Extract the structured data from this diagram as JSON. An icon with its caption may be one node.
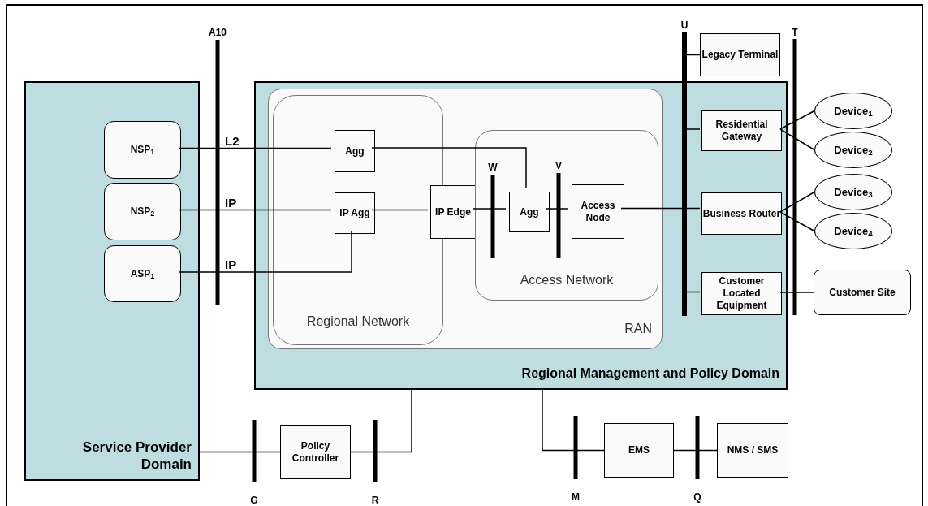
{
  "diagram": {
    "nodes": [
      {
        "text": [
          "Service Provider Domain"
        ]
      },
      {
        "text": [
          "NSP$_{1}$"
        ],
        "in": 0
      },
      {
        "text": [
          "NSP$_{2}$"
        ],
        "in": 0
      },
      {
        "text": [
          "ASP$_{1}$"
        ],
        "in": 0
      },
      {
        "text": [
          "Regional Management and Policy Domain"
        ]
      },
      {
        "text": [
          "RAN"
        ],
        "in": 4
      },
      {
        "text": [
          "Regional Network"
        ],
        "in": 5
      },
      {
        "text": [
          "Agg"
        ],
        "in": 6
      },
      {
        "text": [
          "IP Agg"
        ],
        "in": 6
      },
      {
        "text": [
          "IP Edge"
        ],
        "in": 5
      },
      {
        "text": [
          "Access Network"
        ],
        "in": 5
      },
      {
        "text": [
          "Agg"
        ],
        "in": 10
      },
      {
        "text": [
          "Access Node"
        ],
        "in": 10
      },
      {
        "text": [
          "Legacy Terminal"
        ]
      },
      {
        "text": [
          "Residential Gateway"
        ],
        "in": 4
      },
      {
        "text": [
          "Business Router"
        ],
        "in": 4
      },
      {
        "text": [
          "Customer Located Equipment"
        ],
        "in": 4
      },
      {
        "text": [
          "Device$_{1}$"
        ]
      },
      {
        "text": [
          "Device$_{2}$"
        ]
      },
      {
        "text": [
          "Device$_{3}$"
        ]
      },
      {
        "text": [
          "Device$_{4}$"
        ]
      },
      {
        "text": [
          "Customer Site"
        ]
      },
      {
        "text": [
          "Policy Controller"
        ]
      },
      {
        "text": [
          "EMS"
        ]
      },
      {
        "text": [
          "NMS / SMS"
        ]
      },
      {
        "text": [
          "U"
        ]
      }
    ],
    "edges": [
      {
        "from": 1,
        "to": 7,
        "arrow": "none",
        "label": "L2"
      },
      {
        "from": 2,
        "to": 8,
        "arrow": "none",
        "label": "IP"
      },
      {
        "from": 3,
        "to": 8,
        "arrow": "none",
        "label": "IP"
      },
      {
        "from": 7,
        "to": 11,
        "arrow": "none"
      },
      {
        "from": 8,
        "to": 9,
        "arrow": "none"
      },
      {
        "from": 9,
        "to": 11,
        "arrow": "none"
      },
      {
        "from": 11,
        "to": 12,
        "arrow": "none"
      },
      {
        "from": 12,
        "to": 15,
        "arrow": "none"
      },
      {
        "from": 25,
        "to": 13,
        "arrow": "none"
      },
      {
        "from": 25,
        "to": 14,
        "arrow": "none"
      },
      {
        "from": 25,
        "to": 16,
        "arrow": "none"
      },
      {
        "from": 14,
        "to": 17,
        "arrow": "none"
      },
      {
        "from": 14,
        "to": 18,
        "arrow": "none"
      },
      {
        "from": 15,
        "to": 19,
        "arrow": "none"
      },
      {
        "from": 15,
        "to": 20,
        "arrow": "none"
      },
      {
        "from": 16,
        "to": 21,
        "arrow": "none"
      },
      {
        "from": 0,
        "to": 22,
        "arrow": "none"
      },
      {
        "from": 22,
        "to": 4,
        "arrow": "none"
      },
      {
        "from": 4,
        "to": 23,
        "arrow": "none"
      },
      {
        "from": 23,
        "to": 24,
        "arrow": "none"
      }
    ],
    "labels": [
      "A10",
      "W",
      "V",
      "T",
      "G",
      "R",
      "M",
      "Q"
    ]
  }
}
